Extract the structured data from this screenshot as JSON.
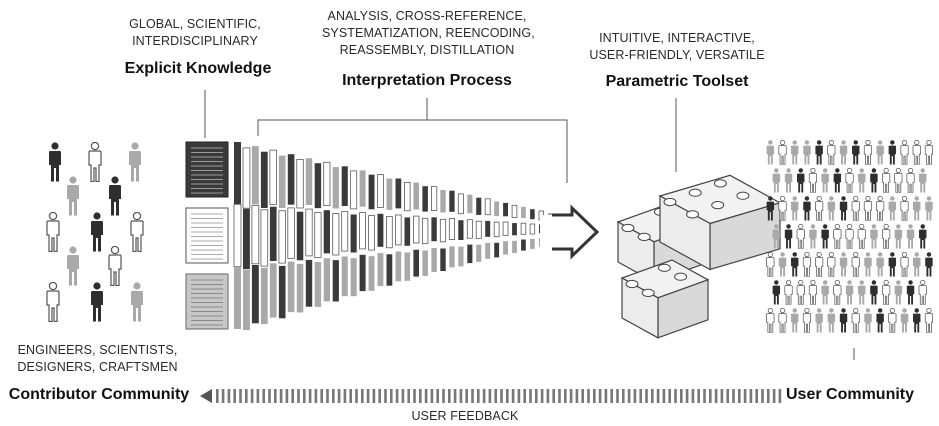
{
  "explicit_knowledge": {
    "caption_lines": [
      "GLOBAL, SCIENTIFIC,",
      "INTERDISCIPLINARY"
    ],
    "title": "Explicit Knowledge"
  },
  "interpretation_process": {
    "caption_lines": [
      "ANALYSIS, CROSS-REFERENCE,",
      "SYSTEMATIZATION, REENCODING,",
      "REASSEMBLY, DISTILLATION"
    ],
    "title": "Interpretation Process"
  },
  "parametric_toolset": {
    "caption_lines": [
      "INTUITIVE, INTERACTIVE,",
      "USER-FRIENDLY,  VERSATILE"
    ],
    "title": "Parametric  Toolset"
  },
  "contributor_community": {
    "caption_lines": [
      "ENGINEERS, SCIENTISTS,",
      "DESIGNERS, CRAFTSMEN"
    ],
    "title": "Contributor Community"
  },
  "user_community": {
    "title": "User Community"
  },
  "feedback": {
    "label": "USER FEEDBACK"
  },
  "colors": {
    "dark": "#3a3a3a",
    "mid": "#a9a9a9",
    "outline": "#5a5a5a"
  }
}
